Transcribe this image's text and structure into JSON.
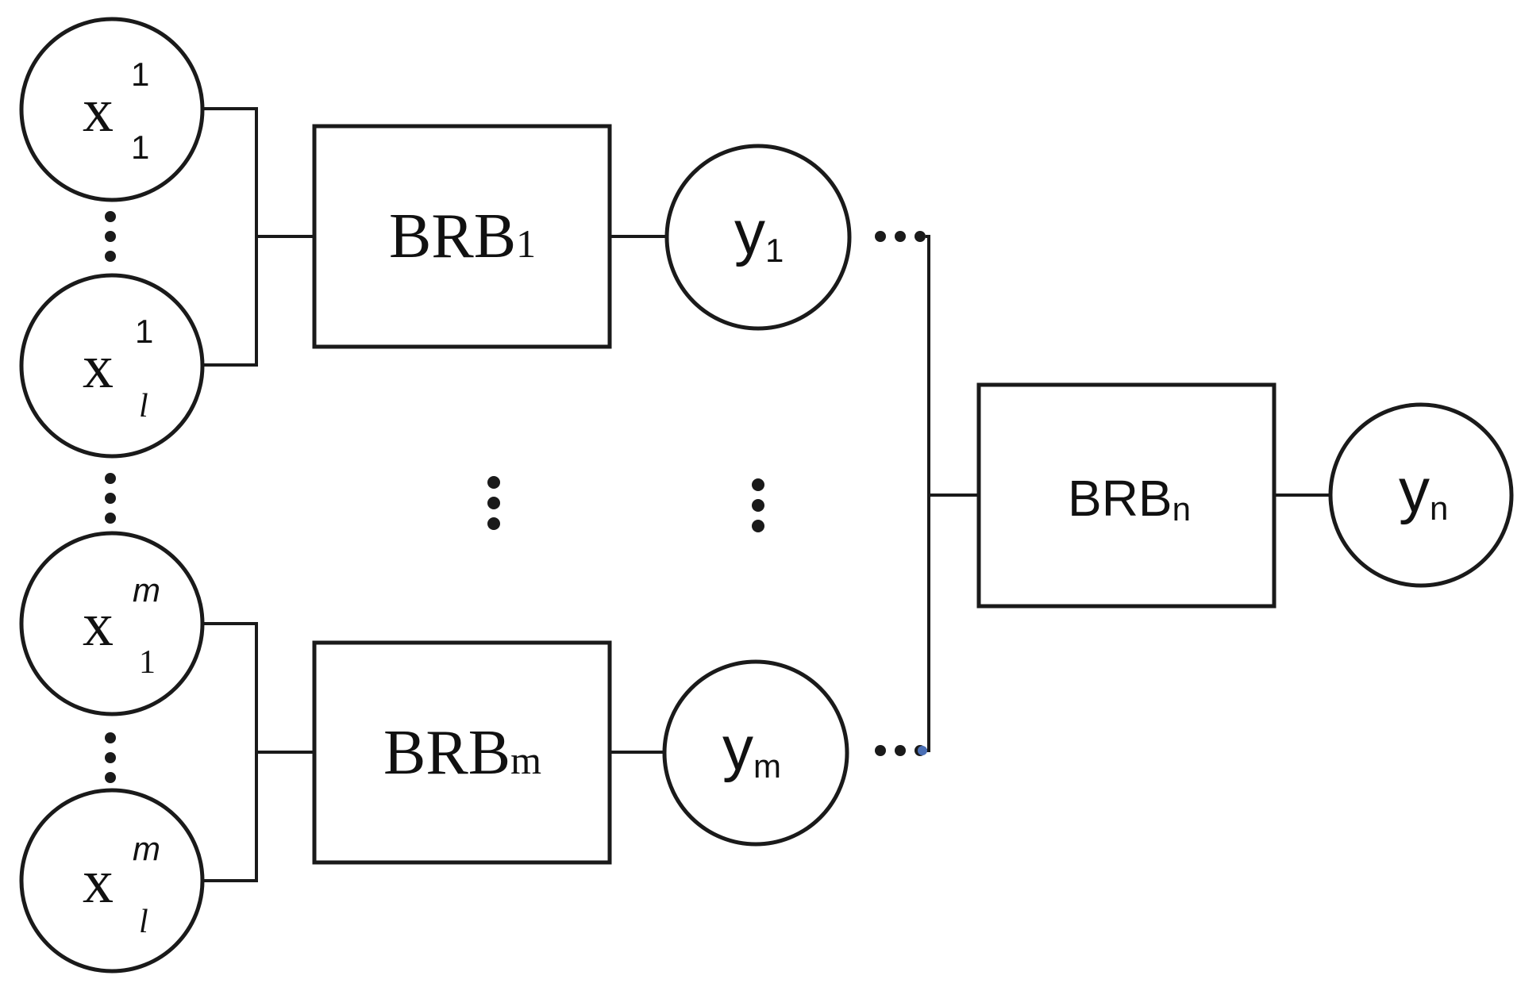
{
  "colors": {
    "stroke": "#1a1a1a",
    "endpoint_dot": "#4a6fb5"
  },
  "inputs": [
    {
      "base": "x",
      "upper": "1",
      "lower": "1",
      "upper_italic": false,
      "lower_italic": false
    },
    {
      "base": "x",
      "upper": "1",
      "lower": "l",
      "upper_italic": false,
      "lower_italic": true
    },
    {
      "base": "x",
      "upper": "m",
      "lower": "1",
      "upper_italic": true,
      "lower_italic": false
    },
    {
      "base": "x",
      "upper": "m",
      "lower": "l",
      "upper_italic": true,
      "lower_italic": true
    }
  ],
  "sub_brbs": [
    {
      "base": "BRB",
      "sub": "1"
    },
    {
      "base": "BRB",
      "sub": "m"
    }
  ],
  "sub_outputs": [
    {
      "base": "y",
      "sub": "1"
    },
    {
      "base": "y",
      "sub": "m"
    }
  ],
  "final_brb": {
    "base": "BRB",
    "sub": "n"
  },
  "final_output": {
    "base": "y",
    "sub": "n"
  }
}
